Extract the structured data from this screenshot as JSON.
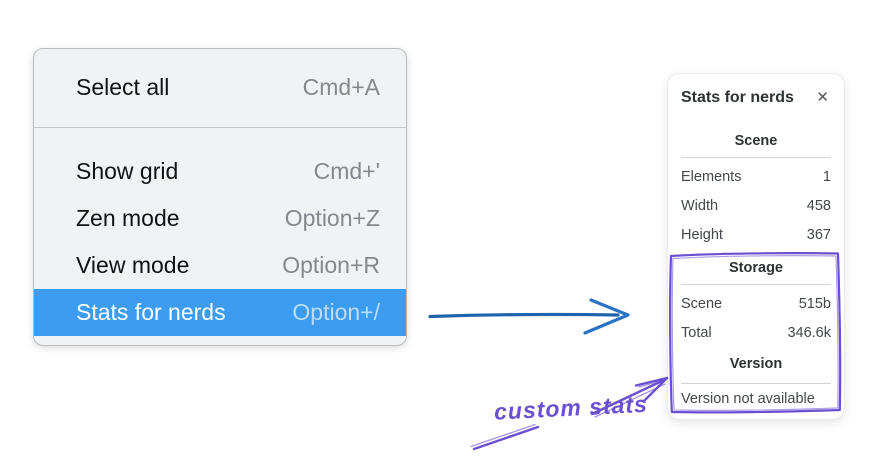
{
  "context_menu": {
    "items": [
      {
        "label": "Select all",
        "shortcut": "Cmd+A"
      },
      {
        "label": "Show grid",
        "shortcut": "Cmd+'"
      },
      {
        "label": "Zen mode",
        "shortcut": "Option+Z"
      },
      {
        "label": "View mode",
        "shortcut": "Option+R"
      },
      {
        "label": "Stats for nerds",
        "shortcut": "Option+/"
      }
    ],
    "highlighted_item": "Stats for nerds",
    "highlight_color": "#3b9cf2"
  },
  "stats_panel": {
    "title": "Stats for nerds",
    "close_icon": "✕",
    "sections": [
      {
        "heading": "Scene",
        "rows": [
          {
            "label": "Elements",
            "value": "1"
          },
          {
            "label": "Width",
            "value": "458"
          },
          {
            "label": "Height",
            "value": "367"
          }
        ]
      },
      {
        "heading": "Storage",
        "rows": [
          {
            "label": "Scene",
            "value": "515b"
          },
          {
            "label": "Total",
            "value": "346.6k"
          }
        ]
      },
      {
        "heading": "Version",
        "note": "Version not available"
      }
    ]
  },
  "annotations": {
    "custom_stats_label": "custom stats",
    "annotation_color": "#6a4fd0",
    "arrow_color": "#1d63ae"
  }
}
